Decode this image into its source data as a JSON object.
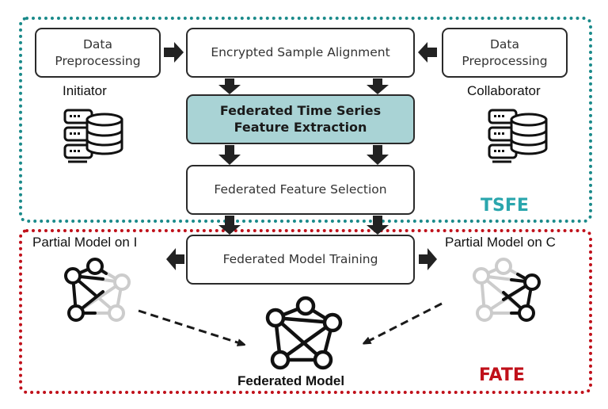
{
  "colors": {
    "tsfe_border": "#1a8a8a",
    "tsfe_label": "#2aa6ad",
    "fate_border": "#c0101a",
    "fate_label": "#c0101a",
    "highlight_fill": "#a9d3d5",
    "partial_inactive": "#cccccc"
  },
  "regions": {
    "tsfe": {
      "label": "TSFE"
    },
    "fate": {
      "label": "FATE"
    }
  },
  "boxes": {
    "data_preprocessing_left": "Data Preprocessing",
    "encrypted_sample_alignment": "Encrypted Sample Alignment",
    "data_preprocessing_right": "Data Preprocessing",
    "federated_ts_feature_extraction": "Federated Time Series Feature Extraction",
    "federated_feature_selection": "Federated Feature Selection",
    "federated_model_training": "Federated Model Training"
  },
  "parties": {
    "initiator": {
      "label": "Initiator",
      "icon": "database-server-icon"
    },
    "collaborator": {
      "label": "Collaborator",
      "icon": "database-server-icon"
    }
  },
  "models": {
    "partial_initiator": {
      "label": "Partial Model on I",
      "icon": "network-graph-icon"
    },
    "partial_collaborator": {
      "label": "Partial Model on C",
      "icon": "network-graph-icon"
    },
    "federated": {
      "label": "Federated Model",
      "icon": "network-graph-icon"
    }
  }
}
